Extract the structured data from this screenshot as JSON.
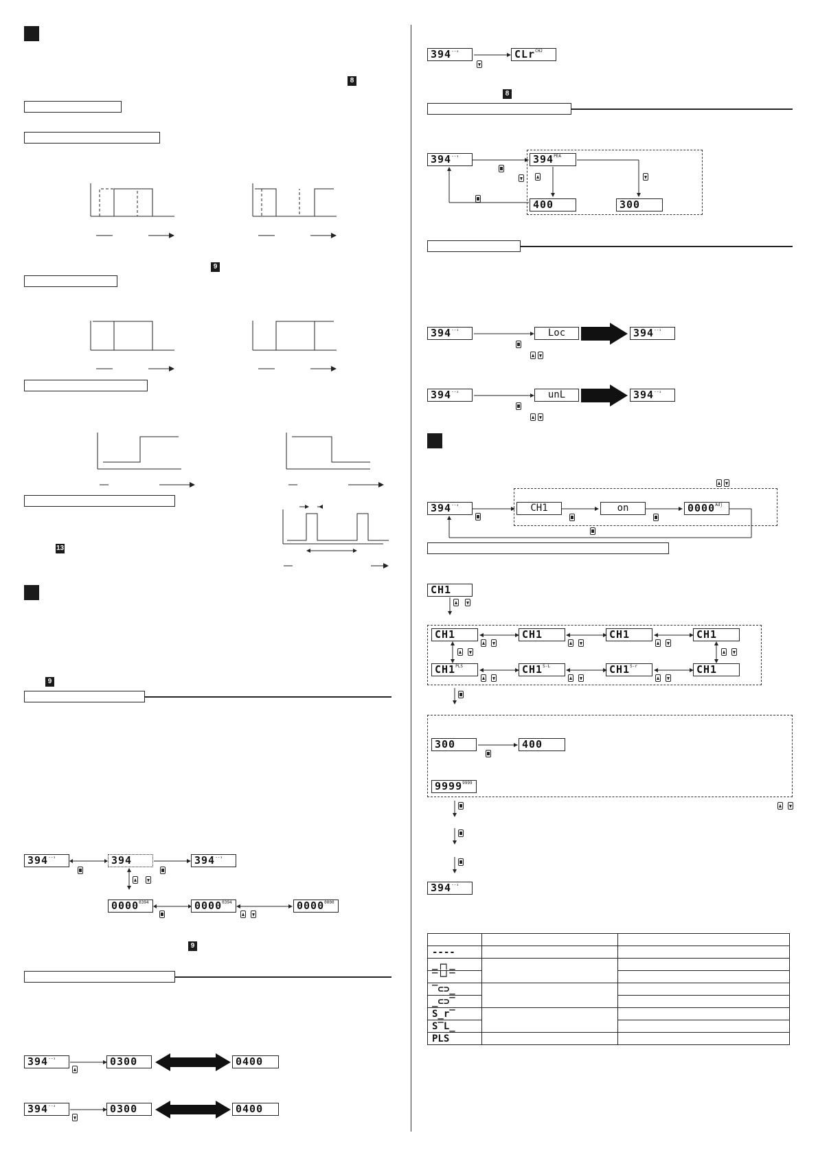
{
  "page": {
    "title": ""
  },
  "badges": {
    "b1": "8",
    "b2": "9",
    "b3": "13",
    "b4": "9",
    "b5": "9",
    "b6": "8"
  },
  "displays": {
    "left_a1": {
      "main": "394",
      "sub": "--₃"
    },
    "left_a2": {
      "main": "394",
      "sub": ""
    },
    "left_a3": {
      "main": "394",
      "sub": "--₃"
    },
    "left_b1": {
      "main": "0000",
      "sub": "0394"
    },
    "left_b2": {
      "main": "0000",
      "sub": "0394"
    },
    "left_b3": {
      "main": "0000",
      "sub": "0000"
    },
    "left_c1": {
      "main": "394",
      "sub": "--₃"
    },
    "left_c2": {
      "main": "0300",
      "sub": ""
    },
    "left_c3": {
      "main": "0400",
      "sub": ""
    },
    "left_d1": {
      "main": "394",
      "sub": "--₃"
    },
    "left_d2": {
      "main": "0300",
      "sub": ""
    },
    "left_d3": {
      "main": "0400",
      "sub": ""
    },
    "right_a1": {
      "main": "394",
      "sub": "--₃"
    },
    "right_a2": {
      "main": "CLr",
      "sub": "CH2"
    },
    "right_b1": {
      "main": "394",
      "sub": "--₃"
    },
    "right_b2": {
      "main": "394",
      "sub": "PEA"
    },
    "right_b3": {
      "main": "400",
      "sub": ""
    },
    "right_b4": {
      "main": "300",
      "sub": ""
    },
    "right_c1": {
      "main": "394",
      "sub": "--₃"
    },
    "right_c2": {
      "main": "Loc",
      "sub": ""
    },
    "right_c3": {
      "main": "394",
      "sub": "--₃"
    },
    "right_d1": {
      "main": "394",
      "sub": "--₃"
    },
    "right_d2": {
      "main": "unL",
      "sub": ""
    },
    "right_d3": {
      "main": "394",
      "sub": "--₃"
    },
    "right_e1": {
      "main": "394",
      "sub": "--₃"
    },
    "right_e2": {
      "main": "CH1",
      "sub": ""
    },
    "right_e3": {
      "main": "on",
      "sub": ""
    },
    "right_e4": {
      "main": "0000",
      "sub": "Adj"
    },
    "right_f1": {
      "main": "CH1",
      "sub": ""
    },
    "grid": [
      {
        "main": "CH1",
        "sub": ""
      },
      {
        "main": "CH1",
        "sub": ""
      },
      {
        "main": "CH1",
        "sub": ""
      },
      {
        "main": "CH1",
        "sub": ""
      },
      {
        "main": "CH1",
        "sub": "PLS"
      },
      {
        "main": "CH1",
        "sub": "S-L"
      },
      {
        "main": "CH1",
        "sub": "S-r"
      },
      {
        "main": "CH1",
        "sub": ""
      }
    ],
    "right_g1": {
      "main": "300",
      "sub": ""
    },
    "right_g2": {
      "main": "400",
      "sub": ""
    },
    "right_g3": {
      "main": "9999",
      "sub": "9999"
    },
    "right_h1": {
      "main": "394",
      "sub": "--₃"
    }
  },
  "code_table": {
    "rows": [
      "----",
      "_┌┐_",
      "‾└┘‾",
      "‾⊂⊃_",
      "_⊂⊃‾",
      "S_r‾",
      "S‾L_",
      "PLS"
    ]
  }
}
